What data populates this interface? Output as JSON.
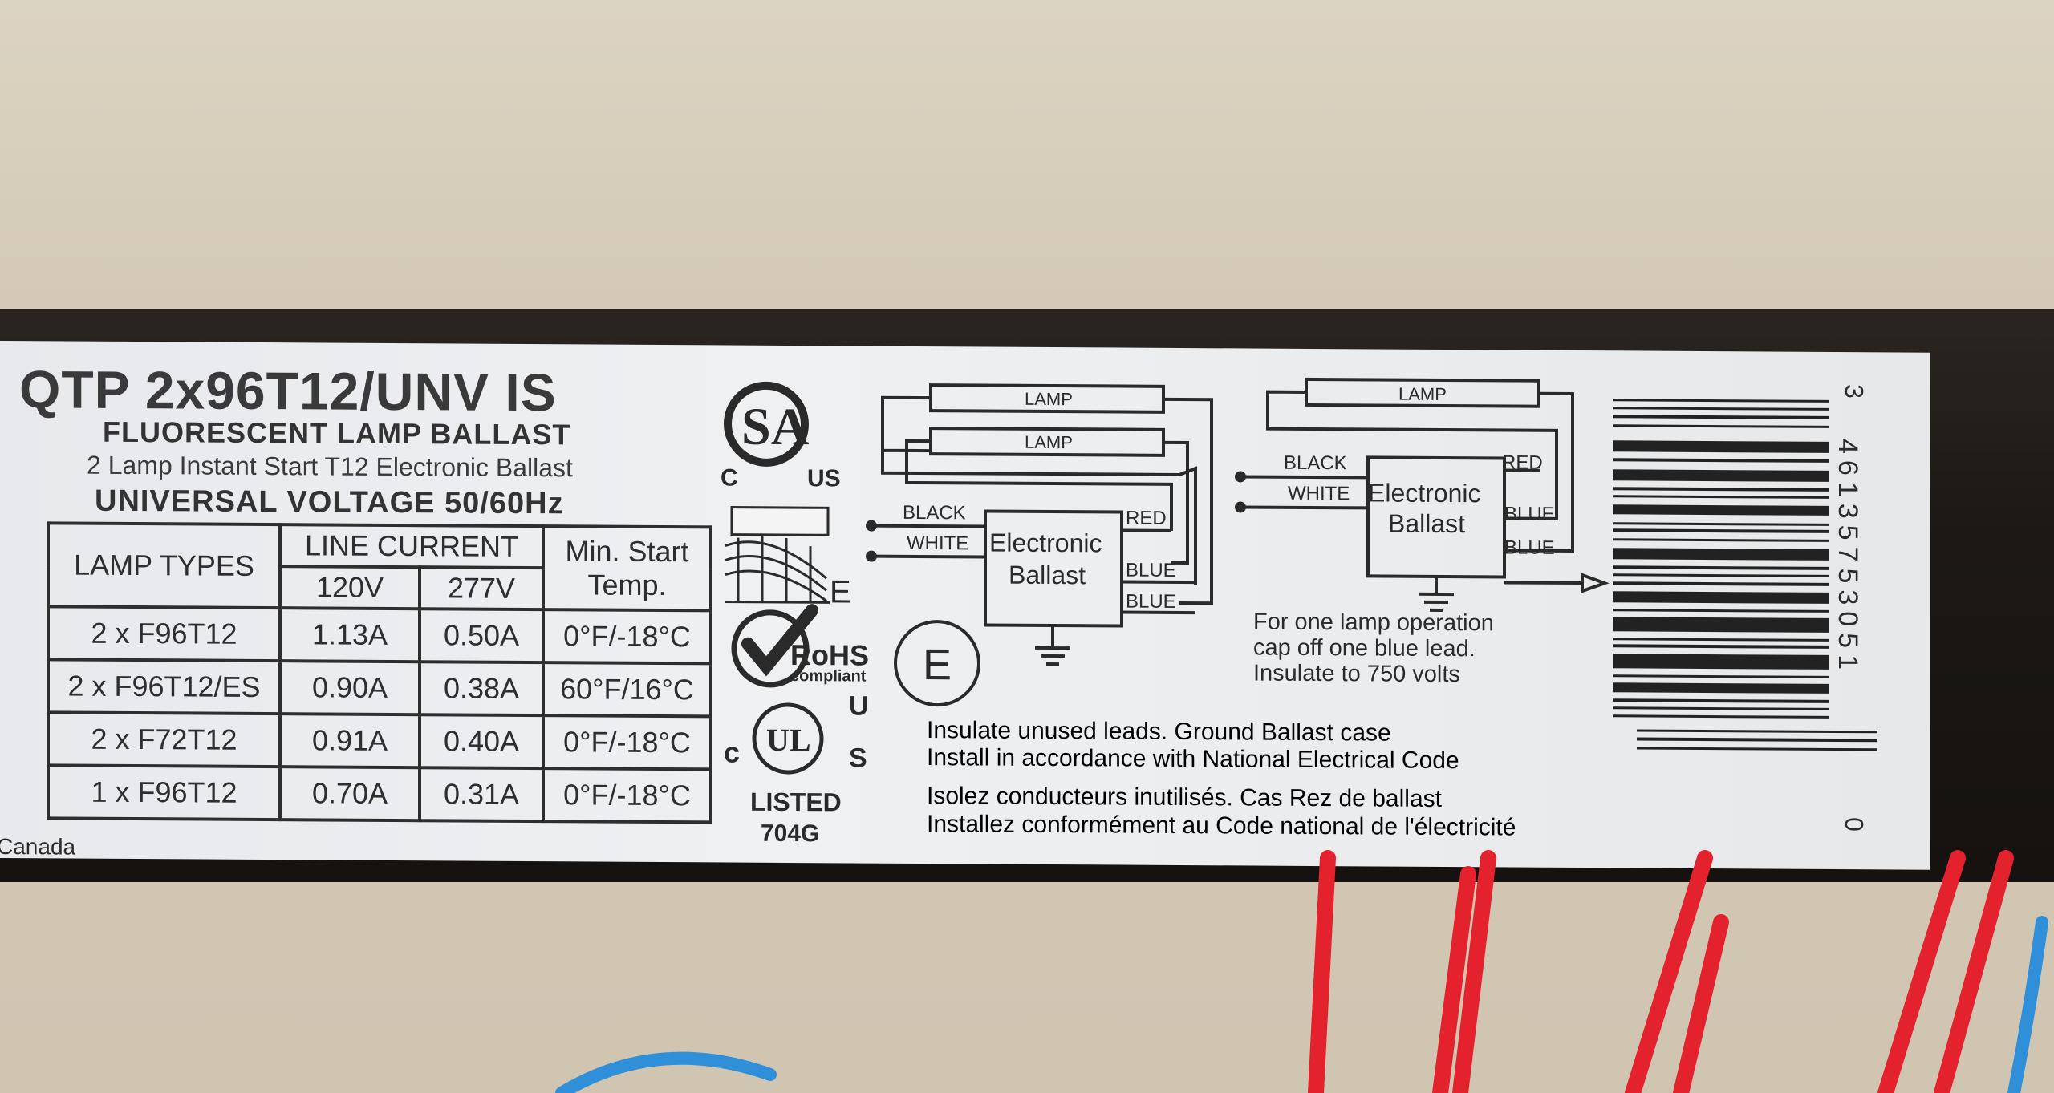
{
  "label": {
    "model": "QTP 2x96T12/UNV IS",
    "line1": "FLUORESCENT LAMP BALLAST",
    "line2": "2 Lamp Instant Start T12 Electronic Ballast",
    "line3": "UNIVERSAL VOLTAGE 50/60Hz",
    "origin": "Canada"
  },
  "spec_table": {
    "headers": {
      "lamp_types": "LAMP TYPES",
      "line_current": "LINE CURRENT",
      "v120": "120V",
      "v277": "277V",
      "min_start": "Min. Start",
      "temp": "Temp."
    },
    "rows": [
      {
        "lamp": "2 x F96T12",
        "a120": "1.13A",
        "a277": "0.50A",
        "temp": "0°F/-18°C"
      },
      {
        "lamp": "2 x F96T12/ES",
        "a120": "0.90A",
        "a277": "0.38A",
        "temp": "60°F/16°C"
      },
      {
        "lamp": "2 x F72T12",
        "a120": "0.91A",
        "a277": "0.40A",
        "temp": "0°F/-18°C"
      },
      {
        "lamp": "1 x F96T12",
        "a120": "0.70A",
        "a277": "0.31A",
        "temp": "0°F/-18°C"
      }
    ]
  },
  "certs": {
    "csa_c": "C",
    "csa_us": "US",
    "csa_letters": "SA",
    "csa_e": "E",
    "rohs": "RoHS",
    "rohs_sub": "compliant",
    "e_mark": "E",
    "ul_c": "c",
    "ul_u": "U",
    "ul_s": "S",
    "ul_letters": "UL",
    "listed": "LISTED",
    "listed_code": "704G"
  },
  "diagram_left": {
    "lamp1": "LAMP",
    "lamp2": "LAMP",
    "black": "BLACK",
    "white": "WHITE",
    "red": "RED",
    "blue1": "BLUE",
    "blue2": "BLUE",
    "box1": "Electronic",
    "box2": "Ballast"
  },
  "diagram_right": {
    "lamp": "LAMP",
    "black": "BLACK",
    "white": "WHITE",
    "red": "RED",
    "blue1": "BLUE",
    "blue2": "BLUE",
    "box1": "Electronic",
    "box2": "Ballast",
    "note1": "For one lamp operation",
    "note2": "cap off one blue lead.",
    "note3": "Insulate to 750 volts"
  },
  "notes": {
    "en1": "Insulate unused leads. Ground Ballast case",
    "en2": "Install in accordance with National Electrical Code",
    "fr1": "Isolez conducteurs inutilisés. Cas Rez de ballast",
    "fr2": "Installez conformément au Code national de l'électricité"
  },
  "upc": {
    "top": "3",
    "digits": "46135753051",
    "bottom": "0"
  },
  "colors": {
    "wall": "#d5ccb9",
    "housing": "#1b1815",
    "label": "#eceef0",
    "ink": "#2b2b2b",
    "red_wire": "#e0202c",
    "blue_wire": "#2f8fd8"
  }
}
